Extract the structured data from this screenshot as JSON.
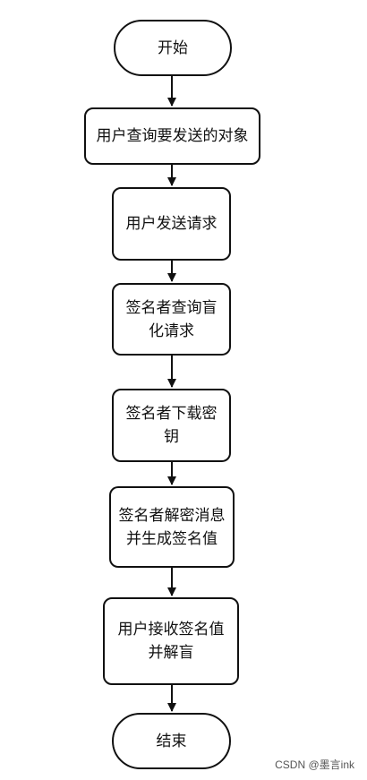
{
  "flowchart": {
    "start": "开始",
    "step1": "用户查询要发送的对象",
    "step2": "用户发送请求",
    "step3": "签名者查询盲\n化请求",
    "step4": "签名者下载密\n钥",
    "step5": "签名者解密消息\n并生成签名值",
    "step6": "用户接收签名值\n并解盲",
    "end": "结束"
  },
  "watermark": "CSDN @墨言ink"
}
